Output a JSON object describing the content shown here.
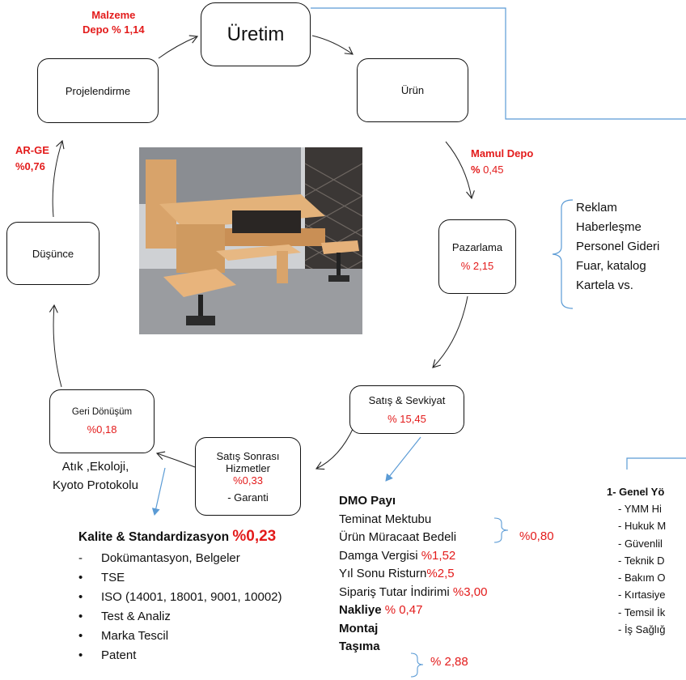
{
  "nodes": {
    "uretim": "Üretim",
    "urun": "Ürün",
    "projelendirme": "Projelendirme",
    "dusunce": "Düşünce",
    "pazarlama": {
      "label": "Pazarlama",
      "pct": "% 2,15"
    },
    "satis": {
      "label": "Satış & Sevkiyat",
      "pct": "% 15,45"
    },
    "satis_sonrasi": {
      "label_line1": "Satış Sonrası",
      "label_line2": "Hizmetler",
      "pct": "%0,33",
      "note": "- Garanti"
    },
    "geri_donusum": {
      "label": "Geri Dönüşüm",
      "pct": "%0,18"
    }
  },
  "labels": {
    "malzeme_depo_line1": "Malzeme",
    "malzeme_depo_line2": "Depo % 1,14",
    "arge_line1": "AR-GE",
    "arge_line2": "%0,76",
    "mamul_depo_line1": "Mamul Depo",
    "mamul_depo_pct_symbol": "%",
    "mamul_depo_pct_value": " 0,45",
    "atik_line1": "Atık ,Ekoloji,",
    "atik_line2": "Kyoto Protokolu"
  },
  "marketing_items": [
    "Reklam",
    "Haberleşme",
    "Personel Gideri",
    "Fuar, katalog",
    "Kartela vs."
  ],
  "quality": {
    "title": "Kalite & Standardizasyon ",
    "pct": "%0,23",
    "items": [
      {
        "marker": "-",
        "text": "Dokümantasyon, Belgeler"
      },
      {
        "marker": "•",
        "text": "TSE"
      },
      {
        "marker": "•",
        "text": "ISO (14001, 18001, 9001, 10002)"
      },
      {
        "marker": "•",
        "text": "Test & Analiz"
      },
      {
        "marker": "•",
        "text": "Marka Tescil"
      },
      {
        "marker": "•",
        "text": "Patent"
      }
    ]
  },
  "dmo": {
    "title": "DMO Payı",
    "teminat": "Teminat Mektubu",
    "urun_muracaat": "Ürün Müracaat Bedeli",
    "brace_pct": "%0,80",
    "damga_label": "Damga Vergisi ",
    "damga_pct": "%1,52",
    "yil_sonu_label": "Yıl Sonu Risturn",
    "yil_sonu_pct": "%2,5",
    "siparis_label": "Sipariş Tutar İndirimi ",
    "siparis_pct": "%3,00",
    "nakliye_label": "Nakliye",
    "nakliye_pct": " % 0,47",
    "montaj": "Montaj",
    "tasima": "Taşıma",
    "montaj_pct": "% 2,88"
  },
  "general": {
    "title": "1- Genel Yö",
    "items": [
      "- YMM Hi",
      "- Hukuk M",
      "- Güvenlil",
      "- Teknik D",
      "- Bakım O",
      "- Kırtasiye",
      "- Temsil İk",
      "- İş Sağlığ"
    ]
  }
}
